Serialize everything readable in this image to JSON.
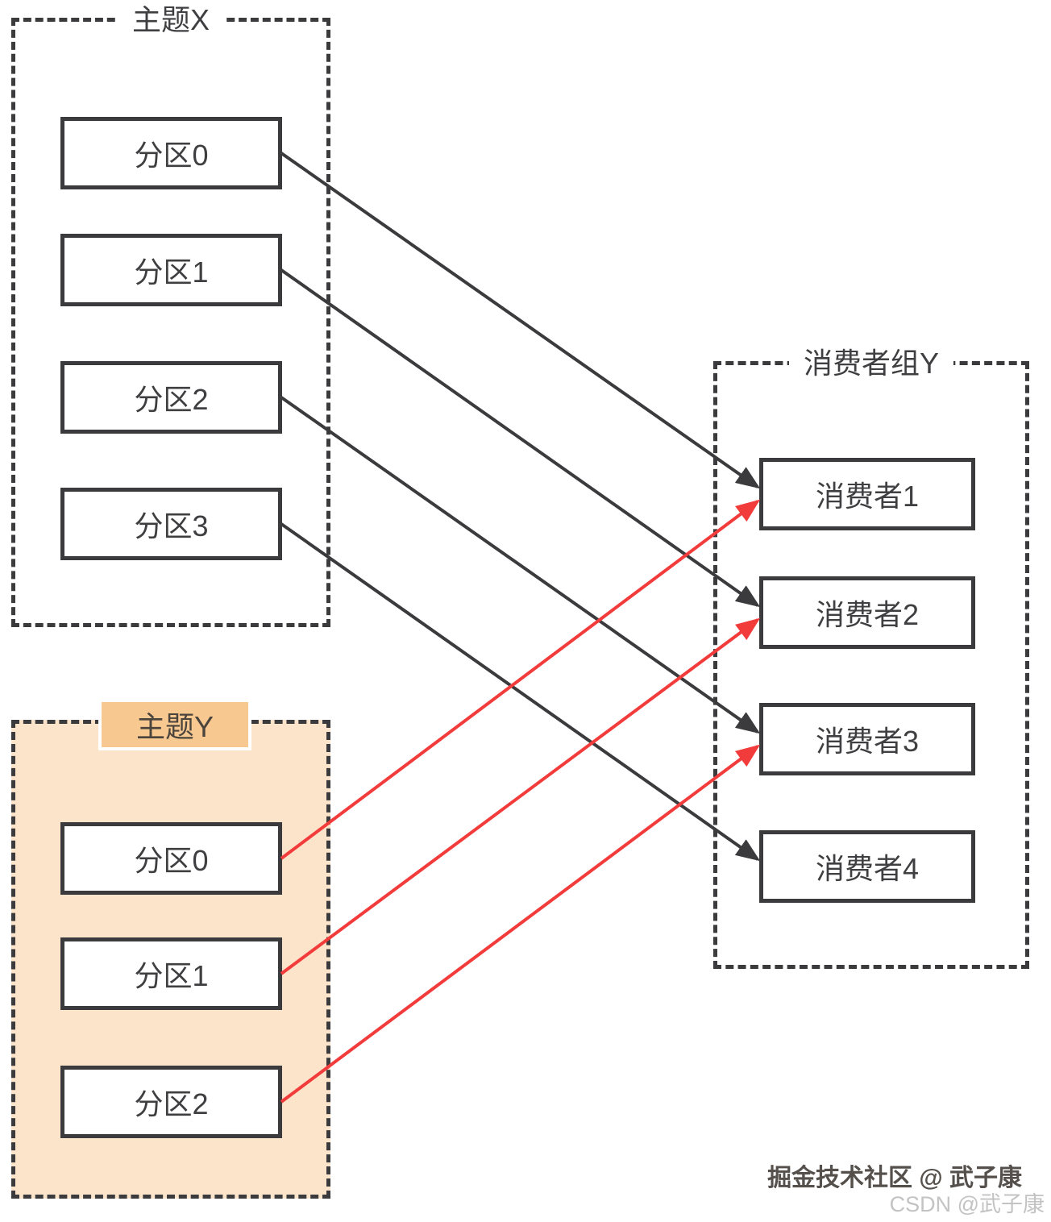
{
  "colors": {
    "black": "#3b3b3d",
    "red": "#f23b3b",
    "topic_y_fill": "#fce4cb",
    "topic_y_label_fill": "#f8c891",
    "box_border": "#3b3b3d",
    "text": "#3f3f41"
  },
  "topic_x": {
    "title": "主题X",
    "partitions": [
      {
        "id": "px0",
        "label": "分区0"
      },
      {
        "id": "px1",
        "label": "分区1"
      },
      {
        "id": "px2",
        "label": "分区2"
      },
      {
        "id": "px3",
        "label": "分区3"
      }
    ]
  },
  "topic_y": {
    "title": "主题Y",
    "partitions": [
      {
        "id": "py0",
        "label": "分区0"
      },
      {
        "id": "py1",
        "label": "分区1"
      },
      {
        "id": "py2",
        "label": "分区2"
      }
    ]
  },
  "consumer_group": {
    "title": "消费者组Y",
    "consumers": [
      {
        "id": "c1",
        "label": "消费者1"
      },
      {
        "id": "c2",
        "label": "消费者2"
      },
      {
        "id": "c3",
        "label": "消费者3"
      },
      {
        "id": "c4",
        "label": "消费者4"
      }
    ]
  },
  "connections": [
    {
      "from": "px0",
      "to": "c1",
      "color": "black"
    },
    {
      "from": "px1",
      "to": "c2",
      "color": "black"
    },
    {
      "from": "px2",
      "to": "c3",
      "color": "black"
    },
    {
      "from": "px3",
      "to": "c4",
      "color": "black"
    },
    {
      "from": "py0",
      "to": "c1",
      "color": "red"
    },
    {
      "from": "py1",
      "to": "c2",
      "color": "red"
    },
    {
      "from": "py2",
      "to": "c3",
      "color": "red"
    }
  ],
  "watermark": {
    "line1": "掘金技术社区 @ 武子康",
    "line2": "CSDN @武子康"
  }
}
